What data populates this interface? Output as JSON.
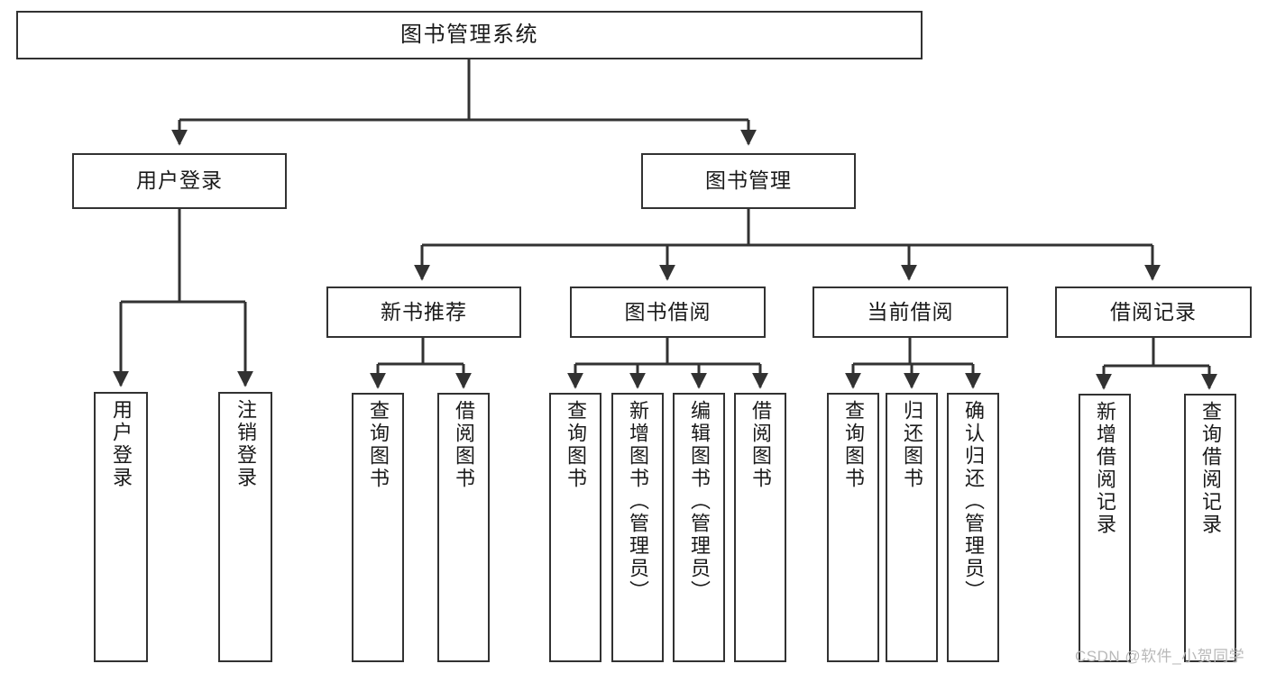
{
  "diagram": {
    "title": "图书管理系统",
    "watermark": "CSDN @软件_小贺同学",
    "line_color": "#323232",
    "box_border_color": "#323232",
    "box_fill_color": "#ffffff",
    "text_color": "#1a1a1a",
    "watermark_color": "#b9b9b9",
    "levels": {
      "root": "图书管理系统",
      "level2": [
        "用户登录",
        "图书管理"
      ],
      "level3": [
        "新书推荐",
        "图书借阅",
        "当前借阅",
        "借阅记录"
      ]
    },
    "nodes": {
      "root": {
        "label": "图书管理系统"
      },
      "user_login": {
        "label": "用户登录"
      },
      "book_manage": {
        "label": "图书管理"
      },
      "new_book_rec": {
        "label": "新书推荐"
      },
      "book_borrow": {
        "label": "图书借阅"
      },
      "current_borrow": {
        "label": "当前借阅"
      },
      "borrow_record": {
        "label": "借阅记录"
      },
      "leaf_user_login": {
        "label": "用户登录"
      },
      "leaf_logout": {
        "label": "注销登录"
      },
      "leaf_query_book_1": {
        "label": "查询图书"
      },
      "leaf_borrow_book_1": {
        "label": "借阅图书"
      },
      "leaf_query_book_2": {
        "label": "查询图书"
      },
      "leaf_add_book": {
        "label": "新增图书（管理员）"
      },
      "leaf_edit_book": {
        "label": "编辑图书（管理员）"
      },
      "leaf_borrow_book_2": {
        "label": "借阅图书"
      },
      "leaf_query_book_3": {
        "label": "查询图书"
      },
      "leaf_return_book": {
        "label": "归还图书"
      },
      "leaf_confirm_return": {
        "label": "确认归还（管理员）"
      },
      "leaf_add_record": {
        "label": "新增借阅记录"
      },
      "leaf_query_record": {
        "label": "查询借阅记录"
      }
    },
    "edges": [
      {
        "from": "图书管理系统",
        "to": "用户登录"
      },
      {
        "from": "图书管理系统",
        "to": "图书管理"
      },
      {
        "from": "用户登录",
        "to": "用户登录"
      },
      {
        "from": "用户登录",
        "to": "注销登录"
      },
      {
        "from": "图书管理",
        "to": "新书推荐"
      },
      {
        "from": "图书管理",
        "to": "图书借阅"
      },
      {
        "from": "图书管理",
        "to": "当前借阅"
      },
      {
        "from": "图书管理",
        "to": "借阅记录"
      },
      {
        "from": "新书推荐",
        "to": "查询图书"
      },
      {
        "from": "新书推荐",
        "to": "借阅图书"
      },
      {
        "from": "图书借阅",
        "to": "查询图书"
      },
      {
        "from": "图书借阅",
        "to": "新增图书（管理员）"
      },
      {
        "from": "图书借阅",
        "to": "编辑图书（管理员）"
      },
      {
        "from": "图书借阅",
        "to": "借阅图书"
      },
      {
        "from": "当前借阅",
        "to": "查询图书"
      },
      {
        "from": "当前借阅",
        "to": "归还图书"
      },
      {
        "from": "当前借阅",
        "to": "确认归还（管理员）"
      },
      {
        "from": "借阅记录",
        "to": "新增借阅记录"
      },
      {
        "from": "借阅记录",
        "to": "查询借阅记录"
      }
    ]
  }
}
